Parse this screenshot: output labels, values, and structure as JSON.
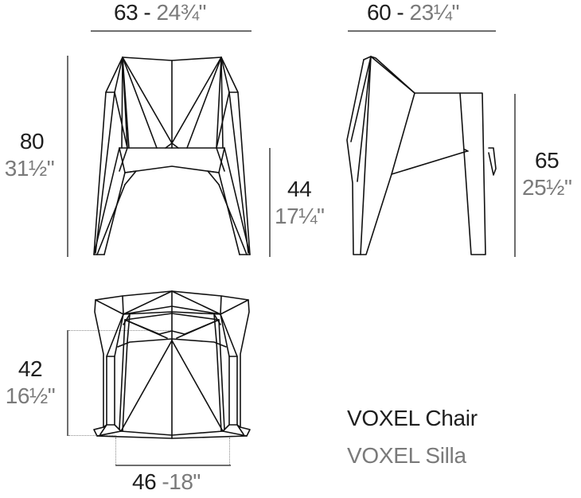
{
  "product": {
    "name_en": "VOXEL Chair",
    "name_es": "VOXEL Silla"
  },
  "dimensions": {
    "front_width": {
      "metric": "63",
      "separator": " - ",
      "imperial": "24¾\""
    },
    "side_depth": {
      "metric": "60",
      "separator": " - ",
      "imperial": "23¼\""
    },
    "total_height": {
      "metric": "80",
      "imperial": "31½\""
    },
    "seat_height": {
      "metric": "44",
      "imperial": "17¼\""
    },
    "armrest_height": {
      "metric": "65",
      "imperial": "25½\""
    },
    "seat_depth": {
      "metric": "42",
      "imperial": "16½\""
    },
    "seat_width": {
      "metric": "46",
      "separator": " -",
      "imperial": "18\""
    }
  },
  "views": {
    "front": "front-view",
    "side": "side-view",
    "top": "top-view"
  },
  "colors": {
    "line": "#111111",
    "dimension_line": "#6e6e6e",
    "metric_text": "#1e1e1e",
    "imperial_text": "#7a7a7a",
    "background": "#ffffff"
  }
}
